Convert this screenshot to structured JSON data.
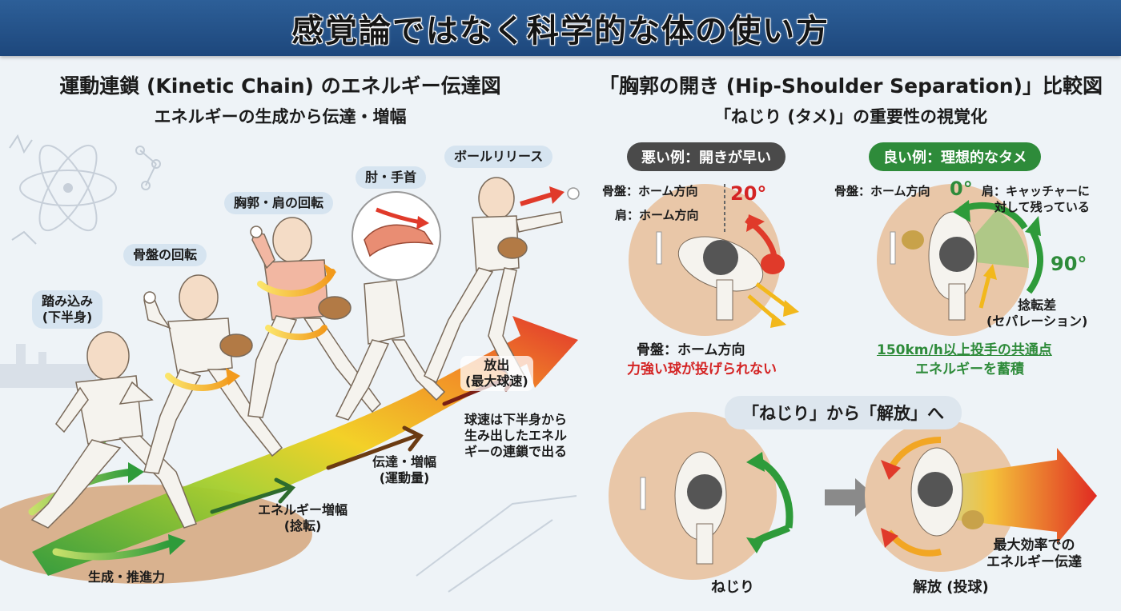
{
  "main_title": "感覚論ではなく科学的な体の使い方",
  "left": {
    "title": "運動連鎖 (Kinetic Chain) のエネルギー伝達図",
    "subtitle": "エネルギーの生成から伝達・増幅",
    "phases": [
      {
        "label": "踏み込み\n(下半身)"
      },
      {
        "label": "骨盤の回転"
      },
      {
        "label": "胸郭・肩の回転"
      },
      {
        "label": "肘・手首"
      },
      {
        "label": "ボールリリース"
      }
    ],
    "flow_labels": {
      "generation": "生成・推進力",
      "amplify": "エネルギー増幅\n(捻転)",
      "transfer": "伝達・増幅\n(運動量)",
      "release": "放出\n(最大球速)",
      "note": "球速は下半身から\n生み出したエネル\nギーの連鎖で出る"
    }
  },
  "right": {
    "title": "「胸郭の開き (Hip-Shoulder Separation)」比較図",
    "subtitle": "「ねじり (タメ)」の重要性の視覚化",
    "bad": {
      "badge": "悪い例：開きが早い",
      "pelvis": "骨盤：ホーム方向",
      "shoulder": "肩：ホーム方向",
      "angle": "20°",
      "bottom1": "骨盤：ホーム方向",
      "bottom2": "力強い球が投げられない"
    },
    "good": {
      "badge": "良い例：理想的なタメ",
      "pelvis": "骨盤：ホーム方向",
      "pelvis_angle": "0°",
      "shoulder": "肩：キャッチャーに\n対して残っている",
      "angle": "90°",
      "separation": "捻転差\n(セパレーション)",
      "bottom1": "150km/h以上投手の共通点",
      "bottom2": "エネルギーを蓄積"
    },
    "transition": {
      "banner": "「ねじり」から「解放」へ",
      "twist": "ねじり",
      "release": "解放 (投球)",
      "efficiency": "最大効率での\nエネルギー伝達"
    }
  },
  "colors": {
    "banner": "#2d5f98",
    "bad_badge": "#4a4a4a",
    "good_badge": "#2e8b3a",
    "accent_red": "#d42424",
    "accent_green": "#2e8b3a",
    "arrow_orange": "#f2a623"
  }
}
